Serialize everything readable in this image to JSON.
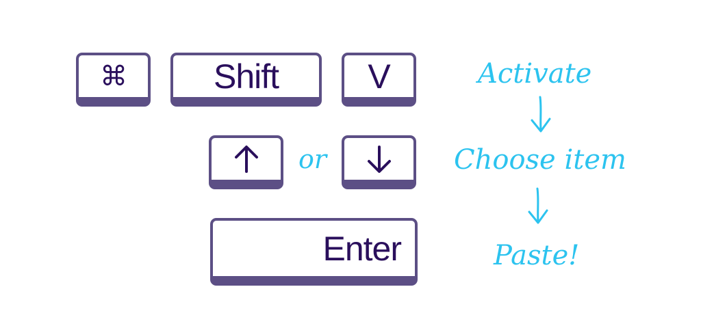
{
  "keys": {
    "command": {
      "label": "⌘",
      "icon": "command-icon"
    },
    "shift": {
      "label": "Shift"
    },
    "v": {
      "label": "V"
    },
    "up": {
      "icon": "arrow-up-icon"
    },
    "down": {
      "icon": "arrow-down-icon"
    },
    "enter": {
      "label": "Enter"
    }
  },
  "separator": "or",
  "steps": [
    "Activate",
    "Choose item",
    "Paste!"
  ],
  "colors": {
    "key_border": "#5c4f85",
    "key_text": "#2a0f5c",
    "annotation": "#2cc3ef"
  }
}
